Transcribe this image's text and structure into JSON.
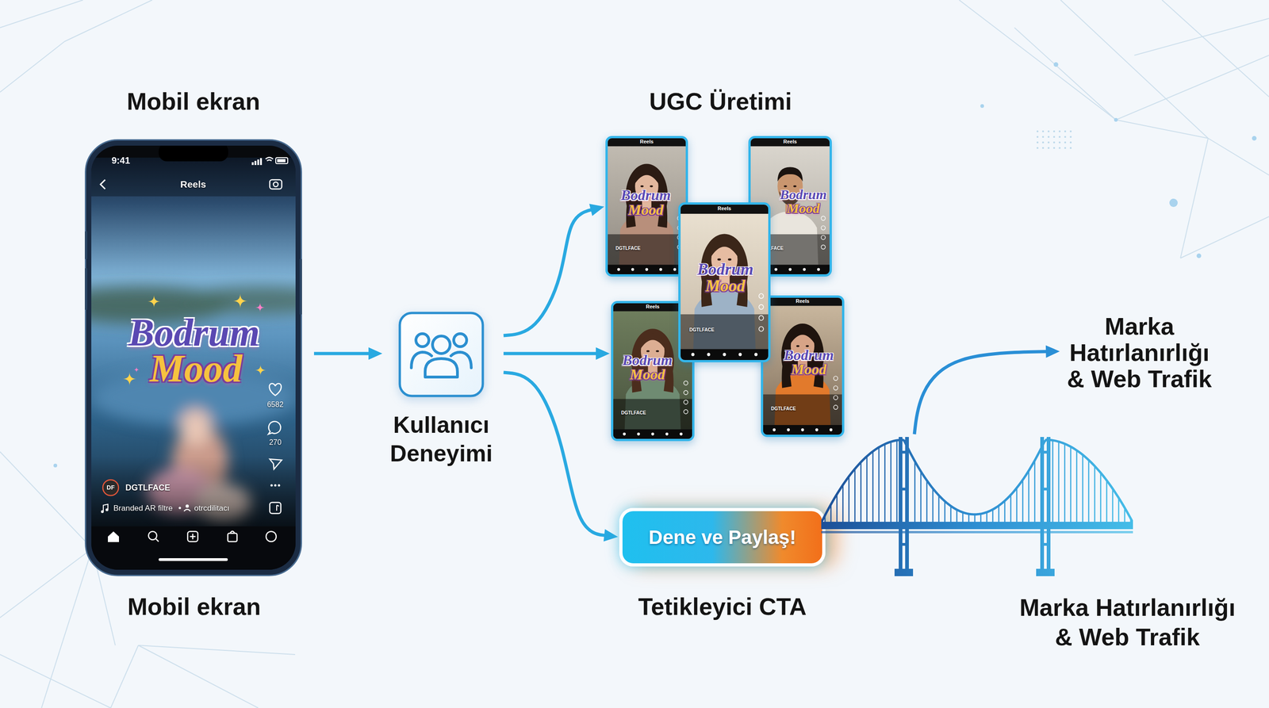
{
  "diagram": {
    "nodes": [
      {
        "text": [
          "Mobil ekran"
        ]
      },
      {
        "text": [
          "Kullanıcı Deneyimi"
        ]
      },
      {
        "text": [
          "UGC Üretimi"
        ]
      },
      {
        "text": [
          "Reels",
          "Bodrum",
          "Mood",
          "DGTLFACE"
        ],
        "in": 2
      },
      {
        "text": [
          "Reels",
          "Bodrum",
          "Mood",
          "DGTLFACE"
        ],
        "in": 2
      },
      {
        "text": [
          "Reels",
          "Bodrum",
          "Mood",
          "DGTLFACE"
        ],
        "in": 2
      },
      {
        "text": [
          "Reels",
          "Bodrum",
          "Mood",
          "DGTLFACE"
        ],
        "in": 2
      },
      {
        "text": [
          "Reels",
          "Bodrum",
          "Mood",
          "DGTLFACE"
        ],
        "in": 2
      },
      {
        "text": [
          "Dene ve Paylaş!",
          "Tetikleyici CTA"
        ]
      },
      {
        "text": [
          "Marka Hatırlanırlığı & Web Trafik"
        ]
      },
      {
        "text": [
          "Marka Hatırlanırlığı & Web Trafik"
        ]
      }
    ],
    "edges": [
      {
        "from": 0,
        "to": 1,
        "arrow": "to"
      },
      {
        "from": 1,
        "to": 3,
        "arrow": "to"
      },
      {
        "from": 1,
        "to": 6,
        "arrow": "to"
      },
      {
        "from": 1,
        "to": 8,
        "arrow": "to"
      },
      {
        "from": 10,
        "to": 9,
        "arrow": "to"
      }
    ],
    "labels": [
      "Mobil ekran",
      "9:41",
      "Reels",
      "Bodrum",
      "Mood",
      "6582",
      "270",
      "DF",
      "DGTLFACE",
      "Branded AR filtre",
      "otrcdilitacı"
    ]
  }
}
